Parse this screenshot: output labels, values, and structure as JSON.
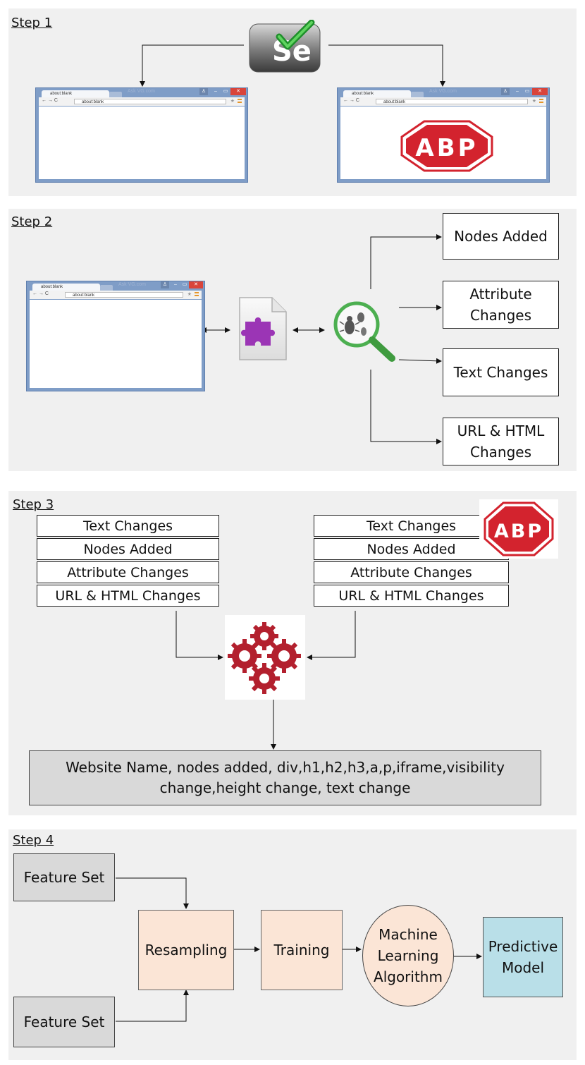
{
  "steps": {
    "s1": "Step 1",
    "s2": "Step 2",
    "s3": "Step 3",
    "s4": "Step 4"
  },
  "browser": {
    "tab_title": "about:blank",
    "address": "about:blank",
    "watermark": "Ask VG.com"
  },
  "icons": {
    "selenium_text": "Se",
    "abp_text": "ABP"
  },
  "step2": {
    "outputs": [
      "Nodes Added",
      "Attribute Changes",
      "Text Changes",
      "URL & HTML Changes"
    ]
  },
  "step3": {
    "left_list": [
      "Text Changes",
      "Nodes Added",
      "Attribute Changes",
      "URL & HTML Changes"
    ],
    "right_list": [
      "Text Changes",
      "Nodes Added",
      "Attribute Changes",
      "URL & HTML Changes"
    ],
    "result": "Website Name, nodes added, div,h1,h2,h3,a,p,iframe,visibility change,height change, text change"
  },
  "step4": {
    "feature_top": "Feature Set",
    "feature_bottom": "Feature Set",
    "resampling": "Resampling",
    "training": "Training",
    "algorithm": "Machine Learning Algorithm",
    "model": "Predictive Model"
  },
  "colors": {
    "panel": "#f0f0f0",
    "abp_red": "#d3232e",
    "gear_red": "#b3202e",
    "puzzle": "#9b35b5",
    "lens_green": "#4caf50",
    "peach": "#fbe5d6",
    "blue": "#b9dfe8"
  }
}
